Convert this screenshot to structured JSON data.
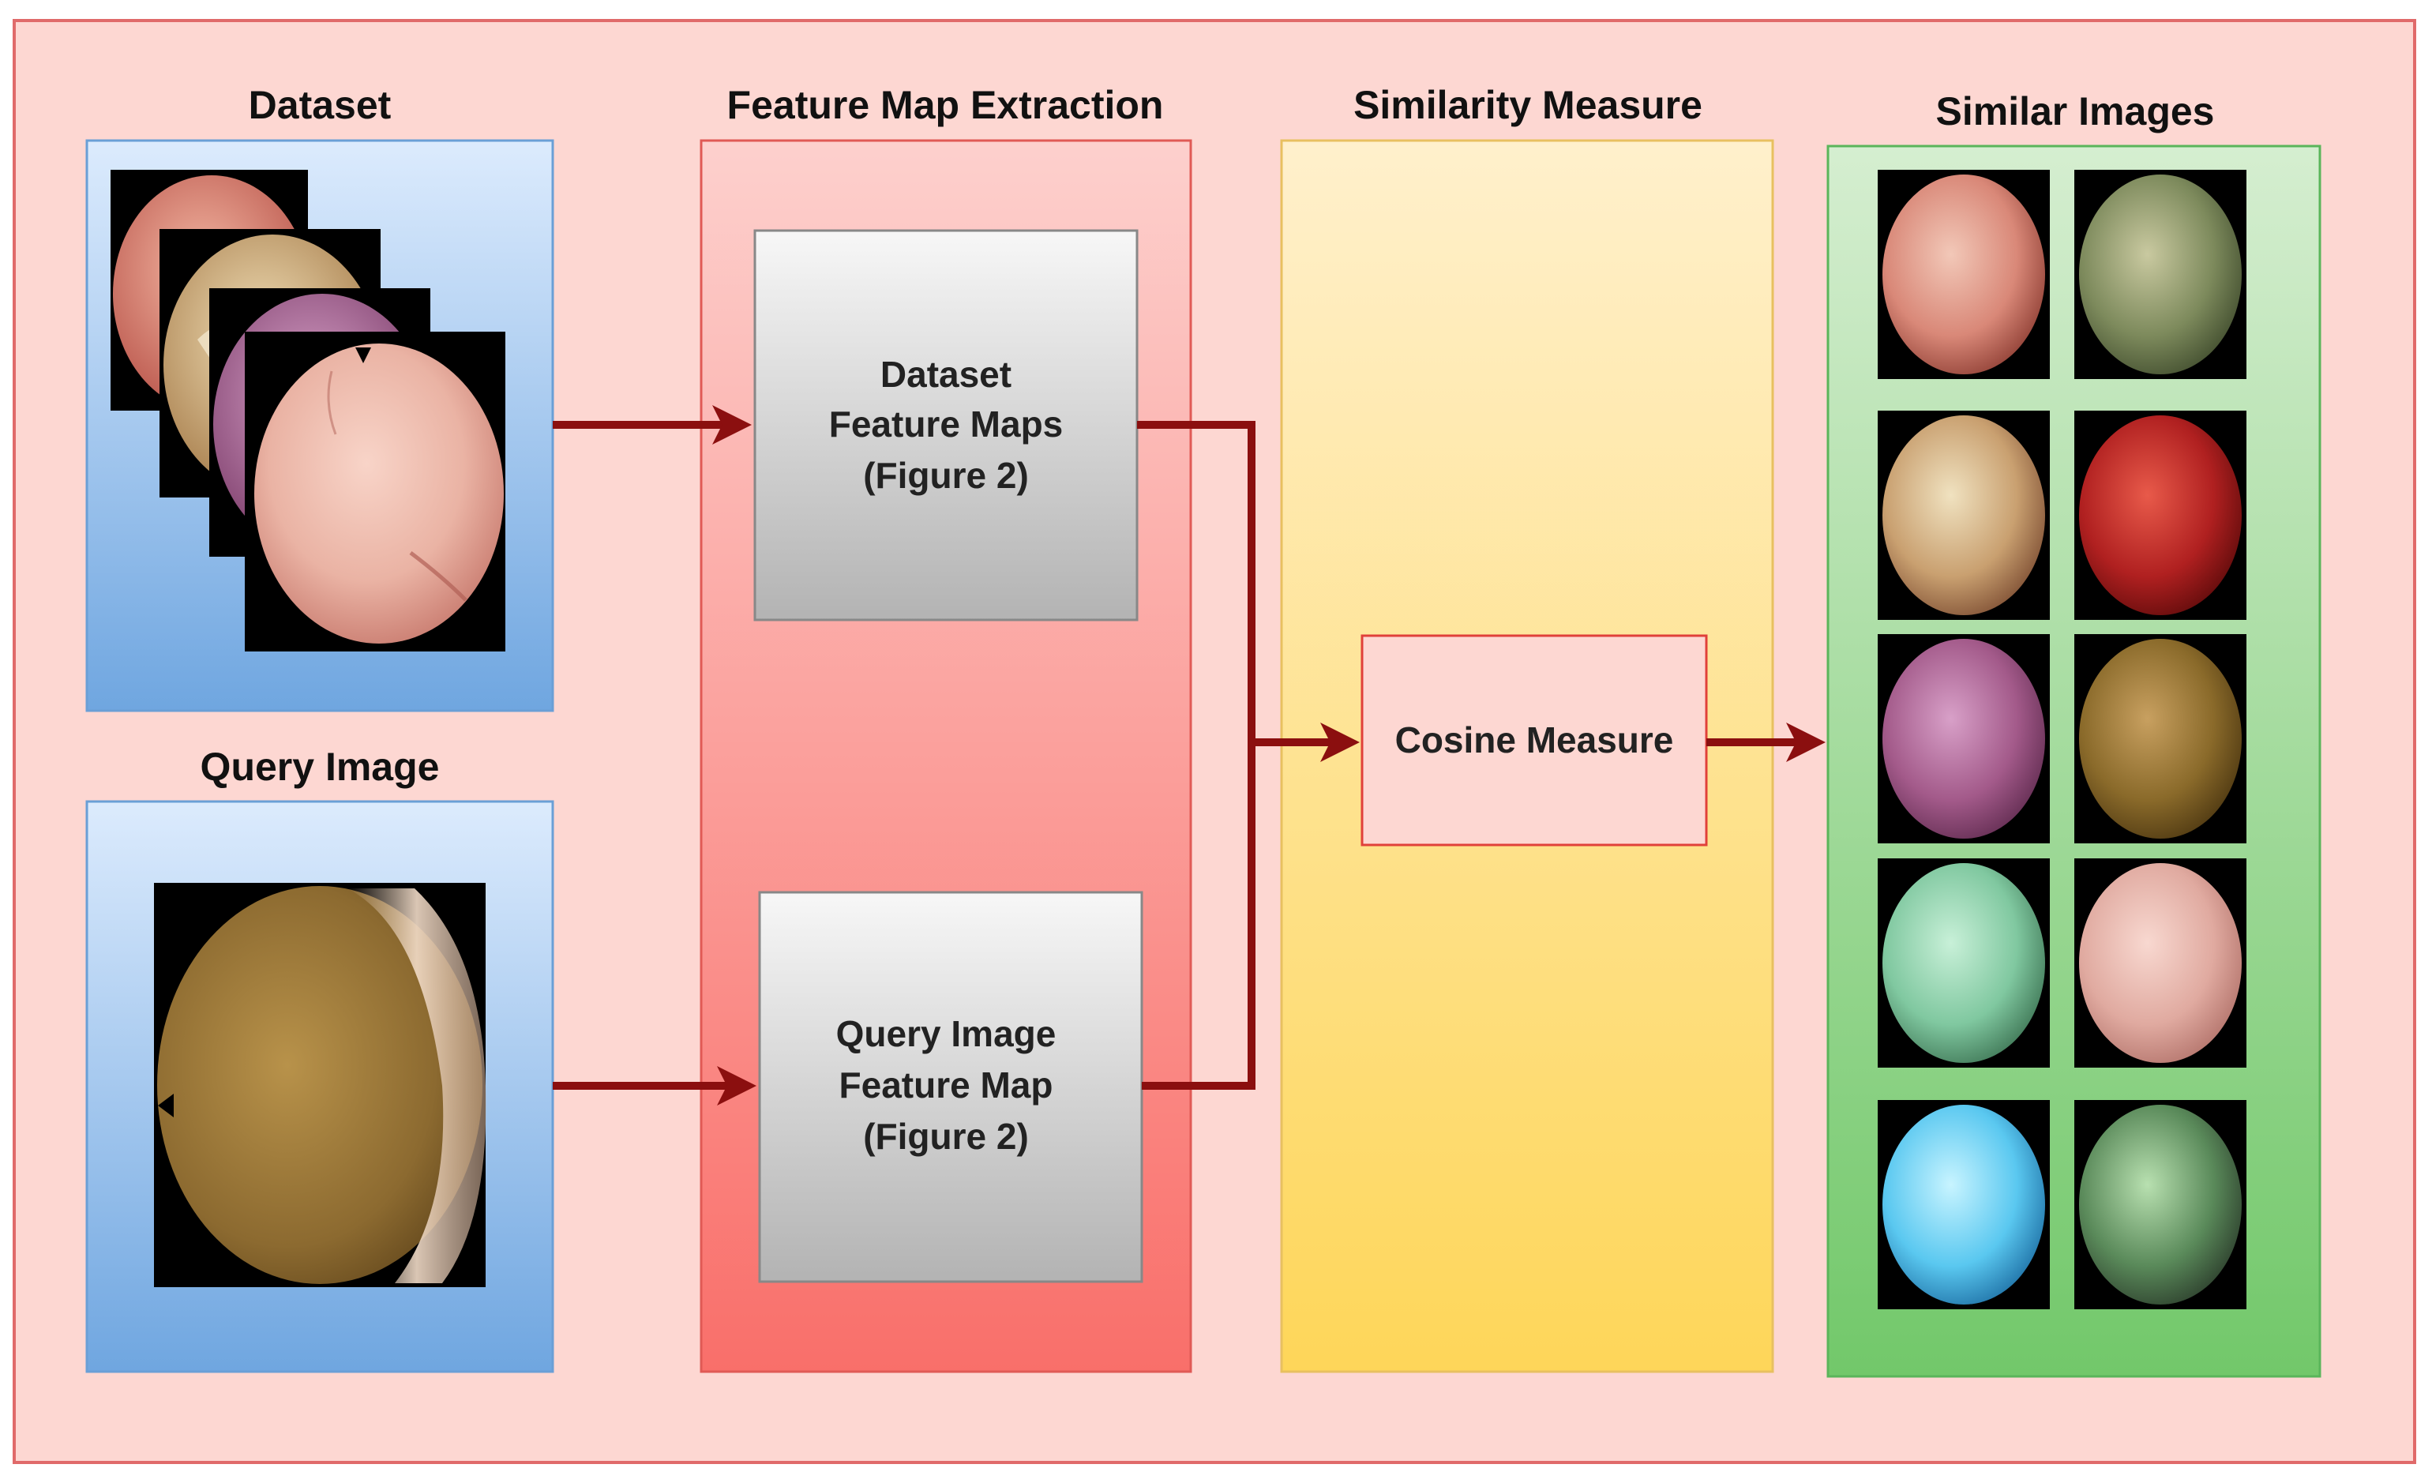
{
  "sections": {
    "dataset": "Dataset",
    "query_image": "Query Image",
    "feature_map_extraction": "Feature Map Extraction",
    "similarity_measure": "Similarity Measure",
    "similar_images": "Similar Images"
  },
  "boxes": {
    "dataset_feature_maps": [
      "Dataset",
      "Feature Maps",
      "(Figure 2)"
    ],
    "query_feature_map": [
      "Query Image",
      "Feature Map",
      "(Figure 2)"
    ],
    "cosine_measure": "Cosine Measure"
  },
  "colors": {
    "background": "#fdd7d2",
    "outer_border": "#e06a6a",
    "arrow": "#8b0f0f",
    "blue_panel": "#9cc3ec",
    "red_panel": "#fb8c88",
    "yellow_panel": "#fee9a6",
    "green_panel": "#a6dba0"
  },
  "similar_images": [
    {
      "name": "result-image-1",
      "tones": [
        "#f2c8b8",
        "#d98878",
        "#8a3a30"
      ]
    },
    {
      "name": "result-image-2",
      "tones": [
        "#c9c9a0",
        "#7d8a5c",
        "#3e4a2c"
      ]
    },
    {
      "name": "result-image-3",
      "tones": [
        "#f0e2c0",
        "#c9a070",
        "#7a4a30"
      ]
    },
    {
      "name": "result-image-4",
      "tones": [
        "#e85a4a",
        "#b02020",
        "#5a0a0a"
      ]
    },
    {
      "name": "result-image-5",
      "tones": [
        "#d8a0c8",
        "#a35a8a",
        "#5e2a4e"
      ]
    },
    {
      "name": "result-image-6",
      "tones": [
        "#c8a060",
        "#8a6a2a",
        "#4a3510"
      ]
    },
    {
      "name": "result-image-7",
      "tones": [
        "#c8f0d8",
        "#80c8a0",
        "#3a7050"
      ]
    },
    {
      "name": "result-image-8",
      "tones": [
        "#f8d8d0",
        "#e0aaa0",
        "#b07068"
      ]
    },
    {
      "name": "result-image-9",
      "tones": [
        "#c8f4ff",
        "#5ac8f0",
        "#1a6aa0"
      ]
    },
    {
      "name": "result-image-10",
      "tones": [
        "#b8e0b0",
        "#5a8a5a",
        "#2a3a2a"
      ]
    }
  ]
}
